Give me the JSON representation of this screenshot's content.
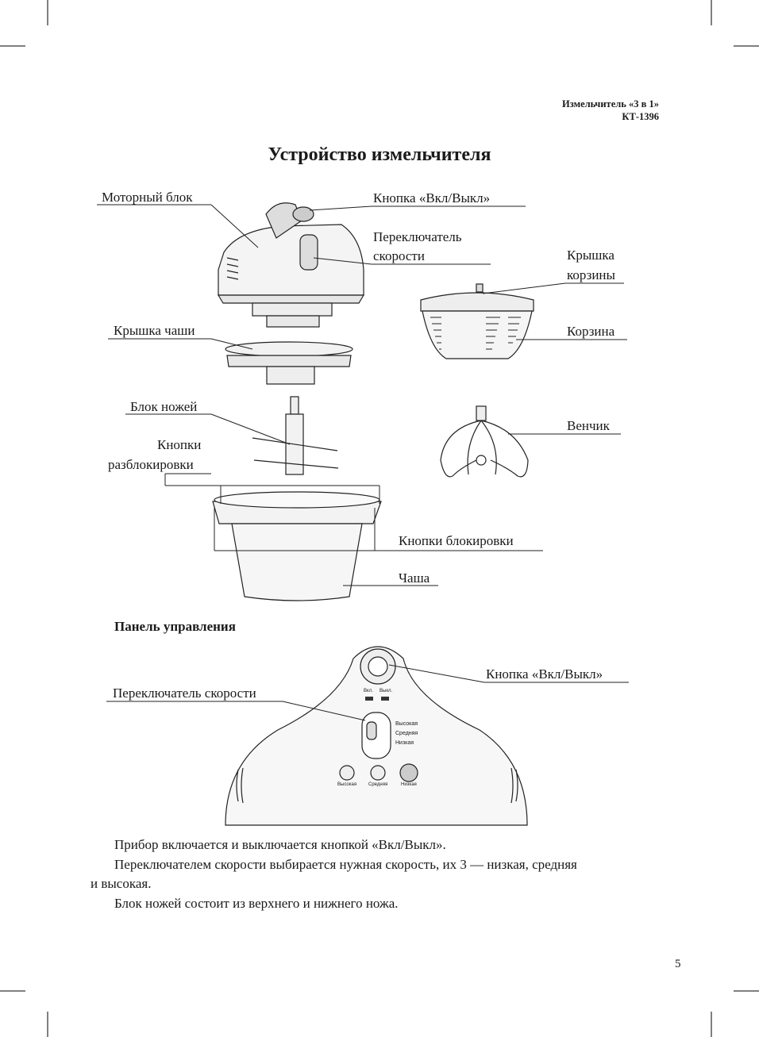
{
  "header": {
    "product": "Измельчитель «3 в 1»",
    "model": "КТ-1396"
  },
  "title": "Устройство измельчителя",
  "parts": {
    "motor_block": "Моторный блок",
    "power_button": "Кнопка «Вкл/Выкл»",
    "speed_switch_line1": "Переключатель",
    "speed_switch_line2": "скорости",
    "basket_lid_line1": "Крышка",
    "basket_lid_line2": "корзины",
    "bowl_lid": "Крышка чаши",
    "basket": "Корзина",
    "blade_block": "Блок ножей",
    "unlock_buttons_line1": "Кнопки",
    "unlock_buttons_line2": "разблокировки",
    "whisk": "Венчик",
    "lock_buttons": "Кнопки блокировки",
    "bowl": "Чаша"
  },
  "control_panel": {
    "heading": "Панель управления",
    "power_button": "Кнопка «Вкл/Выкл»",
    "speed_switch": "Переключатель скорости",
    "on_label": "Вкл.",
    "off_label": "Выкл.",
    "speeds": [
      "Высокая",
      "Средняя",
      "Низкая"
    ],
    "icon_labels": [
      "Высокая",
      "Средняя",
      "Низкая"
    ]
  },
  "paragraphs": [
    "Прибор включается и выключается кнопкой «Вкл/Выкл».",
    "Переключателем скорости выбирается нужная скорость, их 3 — низкая, средняя",
    "и высокая.",
    "Блок ножей состоит из верхнего и нижнего ножа."
  ],
  "page_number": "5"
}
